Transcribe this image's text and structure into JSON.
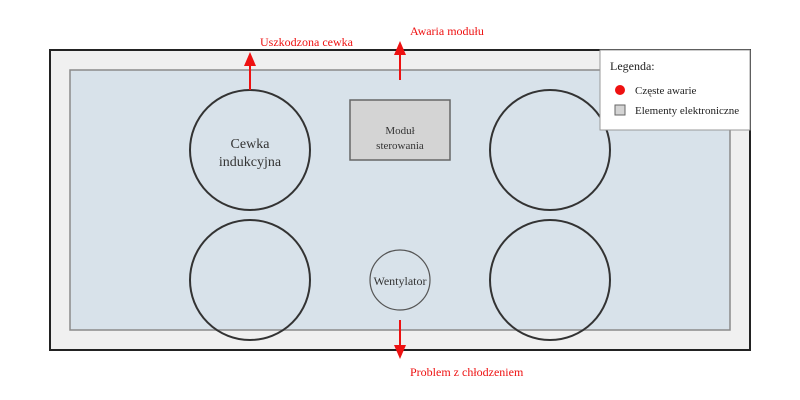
{
  "diagram": {
    "coil_label_line1": "Cewka",
    "coil_label_line2": "indukcyjna",
    "module_label_line1": "Moduł",
    "module_label_line2": "sterowania",
    "fan_label": "Wentylator",
    "annotations": {
      "coil_failure": "Uszkodzona cewka",
      "module_failure": "Awaria modułu",
      "cooling_problem": "Problem z chłodzeniem"
    },
    "legend": {
      "title": "Legenda:",
      "items": [
        {
          "label": "Częste awarie",
          "icon": "red-dot",
          "color": "#ee1111"
        },
        {
          "label": "Elementy elektroniczne",
          "icon": "gray-square",
          "color": "#d4d4d4"
        }
      ]
    }
  },
  "colors": {
    "outer_frame": "#f0f0f0",
    "inner_panel": "#d8e2ea",
    "module_fill": "#d4d4d4",
    "warning_red": "#ee1111",
    "outline": "#333333"
  }
}
